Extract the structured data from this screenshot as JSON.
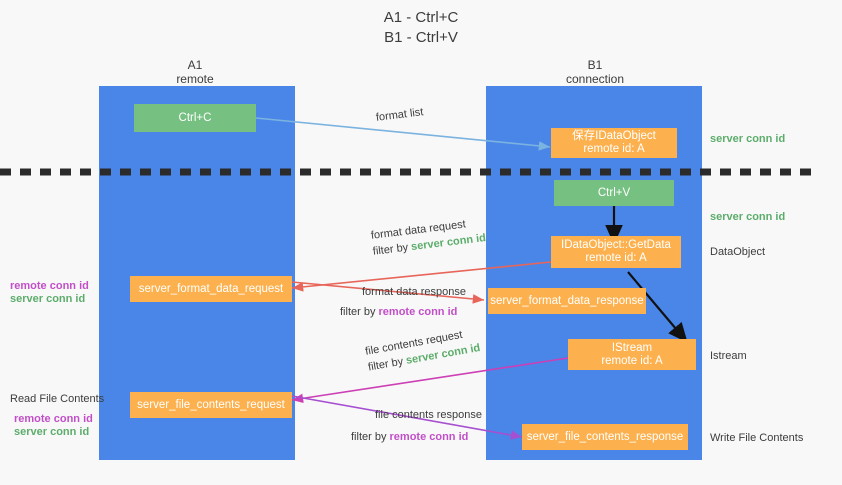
{
  "title": {
    "line1": "A1 - Ctrl+C",
    "line2": "B1 - Ctrl+V"
  },
  "columns": [
    {
      "name": "A1",
      "sub": "remote"
    },
    {
      "name": "B1",
      "sub": "connection"
    }
  ],
  "nodes": {
    "ctrl_c": {
      "label": "Ctrl+C"
    },
    "save_dataobject": {
      "line1": "保存IDataObject",
      "line2": "remote id: A"
    },
    "ctrl_v": {
      "label": "Ctrl+V"
    },
    "getdata": {
      "line1": "IDataObject::GetData",
      "line2": "remote id: A"
    },
    "server_format_data_request": {
      "label": "server_format_data_request"
    },
    "server_format_data_response": {
      "label": "server_format_data_response"
    },
    "istream": {
      "line1": "IStream",
      "line2": "remote id: A"
    },
    "server_file_contents_request": {
      "label": "server_file_contents_request"
    },
    "server_file_contents_response": {
      "label": "server_file_contents_response"
    }
  },
  "edges": {
    "format_list": {
      "label": "format list"
    },
    "format_data_request": {
      "line1": "format data request",
      "filter_prefix": "filter by ",
      "filter_value": "server conn id"
    },
    "format_data_response": {
      "line1": "format data response",
      "filter_prefix": "filter by ",
      "filter_value": "remote conn id"
    },
    "file_contents_request": {
      "line1": "file contents request",
      "filter_prefix": "filter by ",
      "filter_value": "server conn id"
    },
    "file_contents_response": {
      "line1": "file contents response",
      "filter_prefix": "filter by ",
      "filter_value": "remote conn id"
    }
  },
  "right_labels": {
    "server_conn_id_top": "server conn id",
    "server_conn_id_mid": "server conn id",
    "dataobject": "DataObject",
    "istream": "Istream",
    "write_file_contents": "Write File Contents"
  },
  "left_labels": {
    "remote_conn_id_1": "remote conn id",
    "server_conn_id_1": "server conn id",
    "read_file_contents": "Read File Contents",
    "remote_conn_id_2": "remote conn id",
    "server_conn_id_2": "server conn id"
  },
  "colors": {
    "lane": "#4a86e8",
    "green_node": "#76c082",
    "orange_node": "#fcb14e",
    "green_text": "#5cad6b",
    "purple_text": "#c24fc8",
    "arrow_blue": "#7ab3e0",
    "arrow_red": "#e8655a",
    "arrow_magenta": "#cc3fb5",
    "arrow_purple": "#a64fd0",
    "arrow_black": "#111111",
    "background": "#f8f8f8"
  }
}
